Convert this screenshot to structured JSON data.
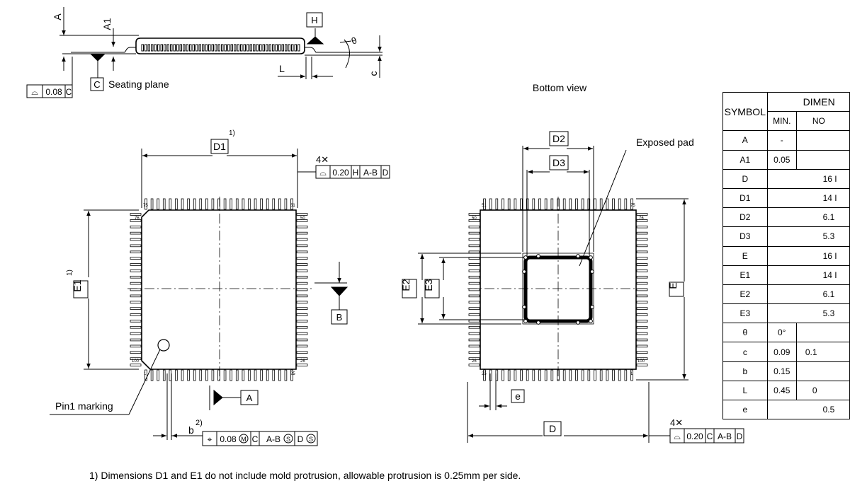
{
  "side_view": {
    "labels": {
      "A": "A",
      "A1": "A1",
      "H": "H",
      "theta": "θ",
      "L": "L",
      "c": "c",
      "C": "C",
      "seating_plane": "Seating plane"
    },
    "flatness_frame": {
      "symbol": "⌓",
      "tolerance": "0.08",
      "datum": "C"
    }
  },
  "top_view": {
    "D1": "D1",
    "D1_note": "1)",
    "E1": "E1",
    "E1_note": "1)",
    "multiplier": "4✕",
    "profile_frame": {
      "symbol": "⌓",
      "tolerance": "0.20",
      "datum1": "H",
      "datum2": "A-B",
      "datum3": "D"
    },
    "datum_A": "A",
    "datum_B": "B",
    "pin1_label": "Pin1 marking",
    "pin_numbers": {
      "p75": "75",
      "p51": "51",
      "p76": "76",
      "p50": "50",
      "p100": "100",
      "p26": "26",
      "p1": "1",
      "p25": "25"
    },
    "b_label": "b",
    "b_note": "2)",
    "position_frame": {
      "symbol": "⌖",
      "tolerance": "0.08",
      "modifier": "M",
      "datum1": "C",
      "datum2": "A-B",
      "datum2_mod": "S",
      "datum3": "D",
      "datum3_mod": "S"
    }
  },
  "bottom_view": {
    "title": "Bottom view",
    "D2": "D2",
    "D3": "D3",
    "E2": "E2",
    "E3": "E3",
    "E": "E",
    "D": "D",
    "e": "e",
    "exposed_pad": "Exposed pad",
    "pin_numbers": {
      "p51": "51",
      "p75": "75",
      "p50": "50",
      "p76": "76",
      "p26": "26",
      "p100": "100",
      "p25": "25",
      "p1": "1"
    },
    "multiplier": "4✕",
    "profile_frame": {
      "symbol": "⌓",
      "tolerance": "0.20",
      "datum1": "C",
      "datum2": "A-B",
      "datum3": "D"
    }
  },
  "table": {
    "header_symbol": "SYMBOL",
    "header_dimension": "DIMEN",
    "header_min": "MIN.",
    "header_nom": "NO",
    "rows": [
      {
        "symbol": "A",
        "min": "-",
        "rest": ""
      },
      {
        "symbol": "A1",
        "min": "0.05",
        "rest": ""
      },
      {
        "symbol": "D",
        "min": "",
        "rest": "16 I"
      },
      {
        "symbol": "D1",
        "min": "",
        "rest": "14 I"
      },
      {
        "symbol": "D2",
        "min": "",
        "rest": "6.1"
      },
      {
        "symbol": "D3",
        "min": "",
        "rest": "5.3"
      },
      {
        "symbol": "E",
        "min": "",
        "rest": "16 I"
      },
      {
        "symbol": "E1",
        "min": "",
        "rest": "14 I"
      },
      {
        "symbol": "E2",
        "min": "",
        "rest": "6.1"
      },
      {
        "symbol": "E3",
        "min": "",
        "rest": "5.3"
      },
      {
        "symbol": "θ",
        "min": "0°",
        "rest": ""
      },
      {
        "symbol": "c",
        "min": "0.09",
        "rest": "0.1"
      },
      {
        "symbol": "b",
        "min": "0.15",
        "rest": ""
      },
      {
        "symbol": "L",
        "min": "0.45",
        "rest": "0"
      },
      {
        "symbol": "e",
        "min": "",
        "rest": "0.5"
      }
    ]
  },
  "footnote": "1) Dimensions D1 and E1 do not include mold protrusion, allowable protrusion is 0.25mm per side."
}
